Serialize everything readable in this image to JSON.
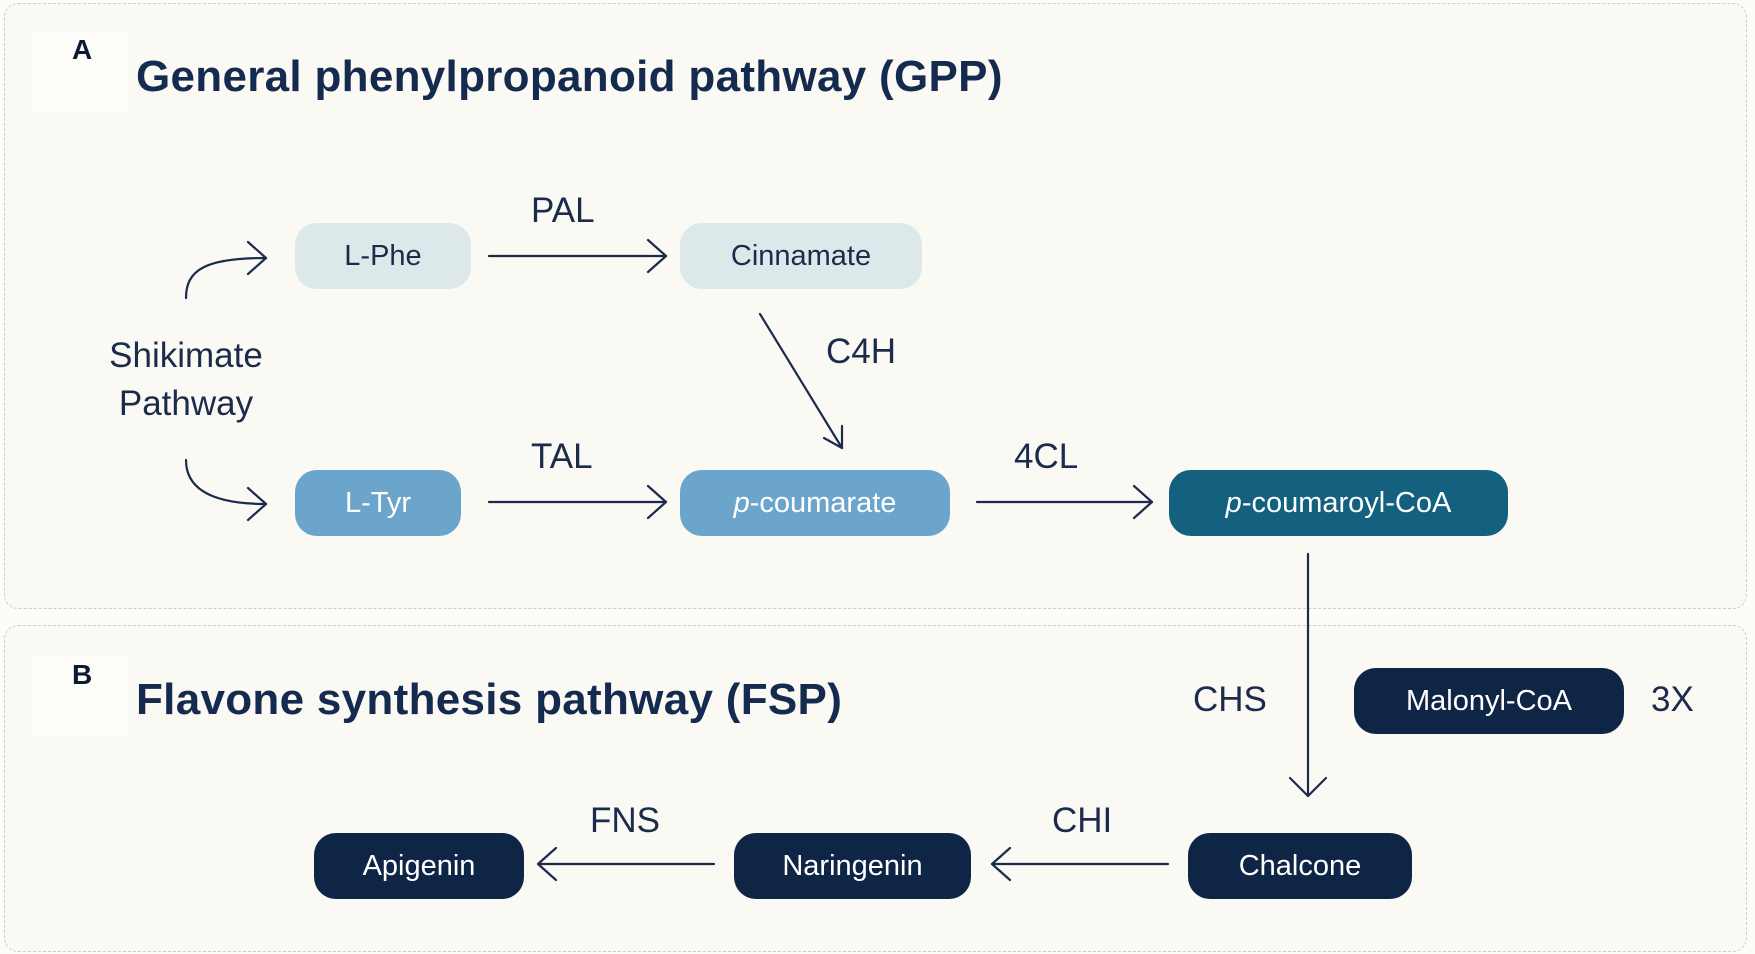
{
  "panel_a": {
    "letter": "A",
    "title": "General phenylpropanoid pathway (GPP)"
  },
  "panel_b": {
    "letter": "B",
    "title": "Flavone synthesis pathway (FSP)"
  },
  "source": {
    "line1": "Shikimate",
    "line2": "Pathway"
  },
  "nodes": {
    "l_phe": "L-Phe",
    "cinnamate": "Cinnamate",
    "l_tyr": "L-Tyr",
    "p_coumarate_prefix": "p",
    "p_coumarate_rest": "-coumarate",
    "p_coumaroyl_coa_prefix": "p",
    "p_coumaroyl_coa_rest": "-coumaroyl-CoA",
    "malonyl_coa": "Malonyl-CoA",
    "chalcone": "Chalcone",
    "naringenin": "Naringenin",
    "apigenin": "Apigenin"
  },
  "enzymes": {
    "pal": "PAL",
    "c4h": "C4H",
    "tal": "TAL",
    "four_cl": "4CL",
    "chs": "CHS",
    "chi": "CHI",
    "fns": "FNS"
  },
  "malonyl_multiplier": "3X",
  "colors": {
    "pale_node": "#dde8ea",
    "mid_node": "#6ba5cb",
    "teal_node": "#14607f",
    "navy_node": "#0f2545",
    "text": "#1b2b4b"
  }
}
